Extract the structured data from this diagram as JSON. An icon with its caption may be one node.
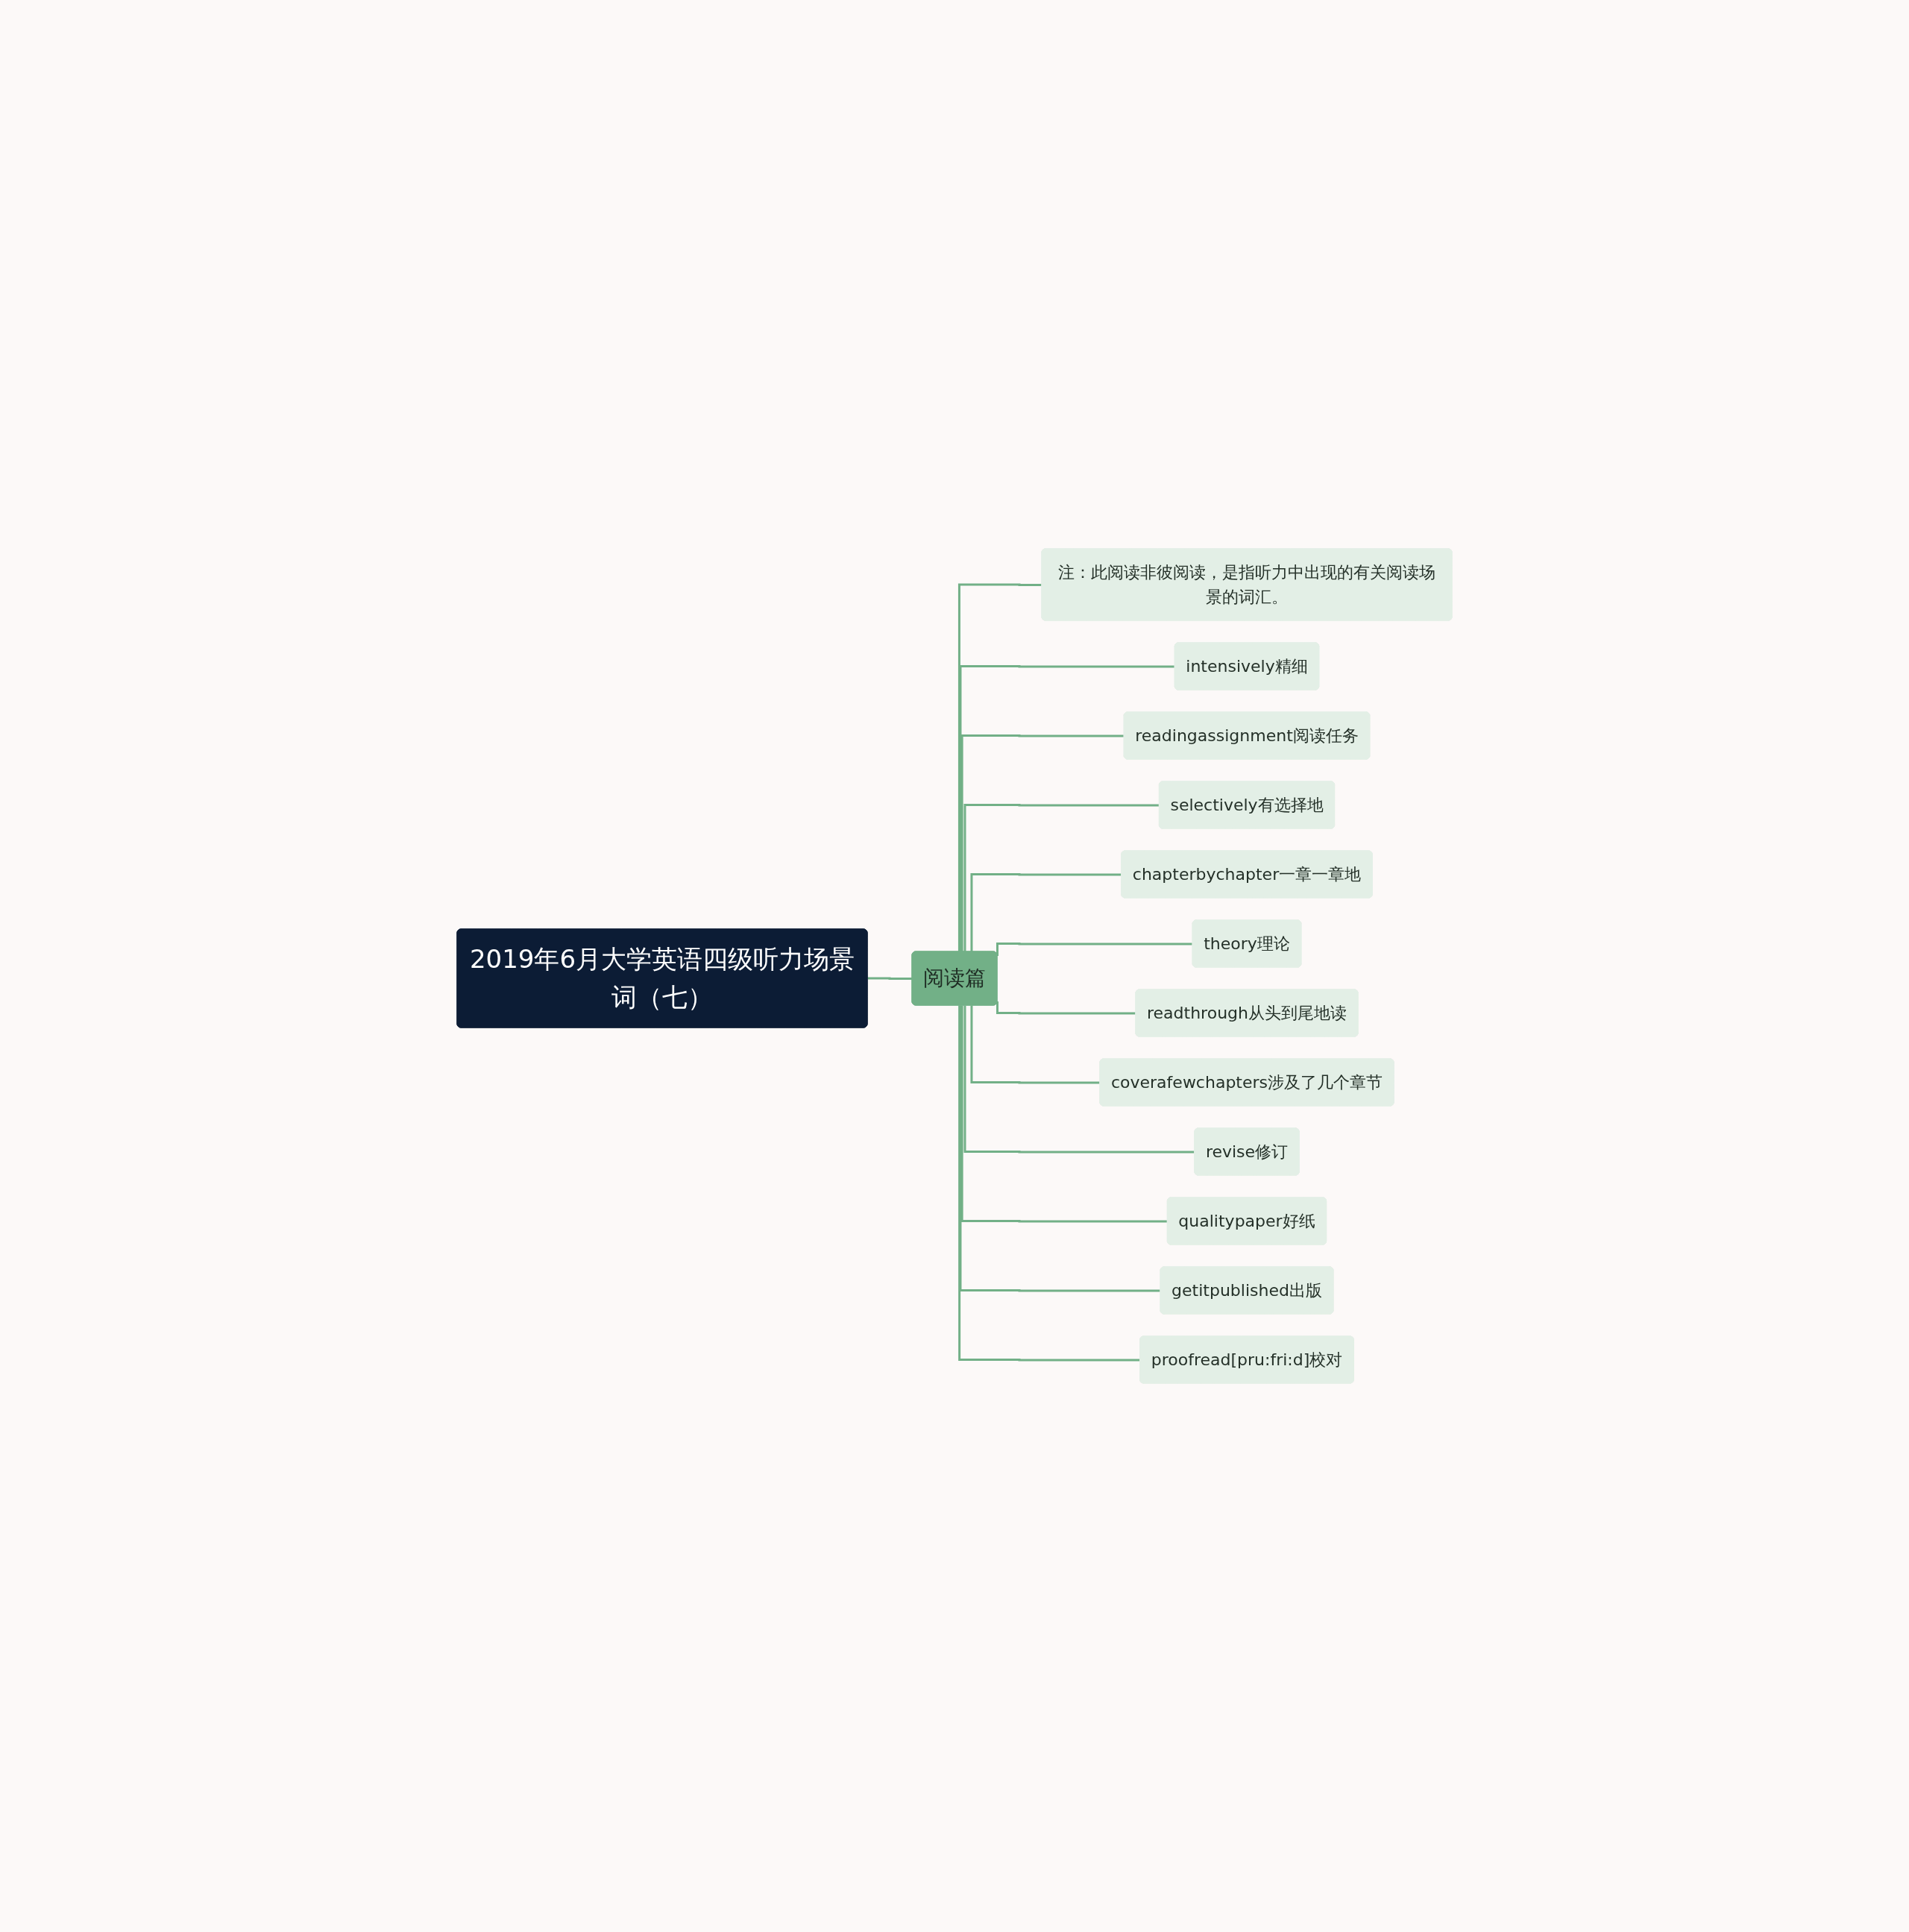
{
  "diagram": {
    "nodes": [
      {
        "text": [
          "2019年6月大学英语四级听力场景词（七）"
        ]
      },
      {
        "text": [
          "阅读篇"
        ]
      },
      {
        "text": [
          "注：此阅读非彼阅读，是指听力中出现的有关阅读场景的词汇。"
        ]
      },
      {
        "text": [
          "intensively精细"
        ]
      },
      {
        "text": [
          "readingassignment阅读任务"
        ]
      },
      {
        "text": [
          "selectively有选择地"
        ]
      },
      {
        "text": [
          "chapterbychapter一章一章地"
        ]
      },
      {
        "text": [
          "theory理论"
        ]
      },
      {
        "text": [
          "readthrough从头到尾地读"
        ]
      },
      {
        "text": [
          "coverafewchapters涉及了几个章节"
        ]
      },
      {
        "text": [
          "revise修订"
        ]
      },
      {
        "text": [
          "qualitypaper好纸"
        ]
      },
      {
        "text": [
          "getitpublished出版"
        ]
      },
      {
        "text": [
          "proofread[pru:fri:d]校对"
        ]
      }
    ],
    "edges": [
      {
        "from": 0,
        "to": 1,
        "arrow": "none"
      },
      {
        "from": 1,
        "to": 2,
        "arrow": "none"
      },
      {
        "from": 1,
        "to": 3,
        "arrow": "none"
      },
      {
        "from": 1,
        "to": 4,
        "arrow": "none"
      },
      {
        "from": 1,
        "to": 5,
        "arrow": "none"
      },
      {
        "from": 1,
        "to": 6,
        "arrow": "none"
      },
      {
        "from": 1,
        "to": 7,
        "arrow": "none"
      },
      {
        "from": 1,
        "to": 8,
        "arrow": "none"
      },
      {
        "from": 1,
        "to": 9,
        "arrow": "none"
      },
      {
        "from": 1,
        "to": 10,
        "arrow": "none"
      },
      {
        "from": 1,
        "to": 11,
        "arrow": "none"
      },
      {
        "from": 1,
        "to": 12,
        "arrow": "none"
      },
      {
        "from": 1,
        "to": 13,
        "arrow": "none"
      }
    ]
  }
}
